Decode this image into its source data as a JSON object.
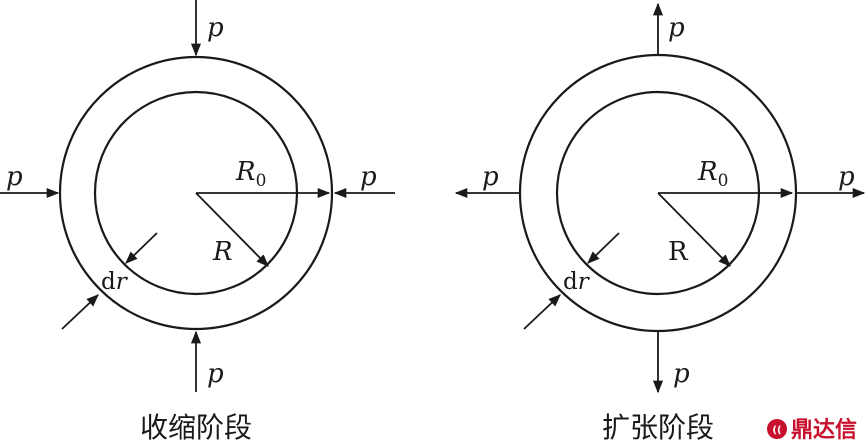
{
  "left_panel": {
    "force_label": "p",
    "outer_radius_label": "R",
    "outer_radius_subscript": "0",
    "inner_radius_label": "R",
    "thickness_label_d": "d",
    "thickness_label_r": "r",
    "caption": "收缩阶段"
  },
  "right_panel": {
    "force_label": "p",
    "outer_radius_label": "R",
    "outer_radius_subscript": "0",
    "inner_radius_label": "R",
    "thickness_label_d": "d",
    "thickness_label_r": "r",
    "caption": "扩张阶段"
  },
  "watermark": {
    "text": "鼎达信",
    "color": "#c8102e"
  }
}
